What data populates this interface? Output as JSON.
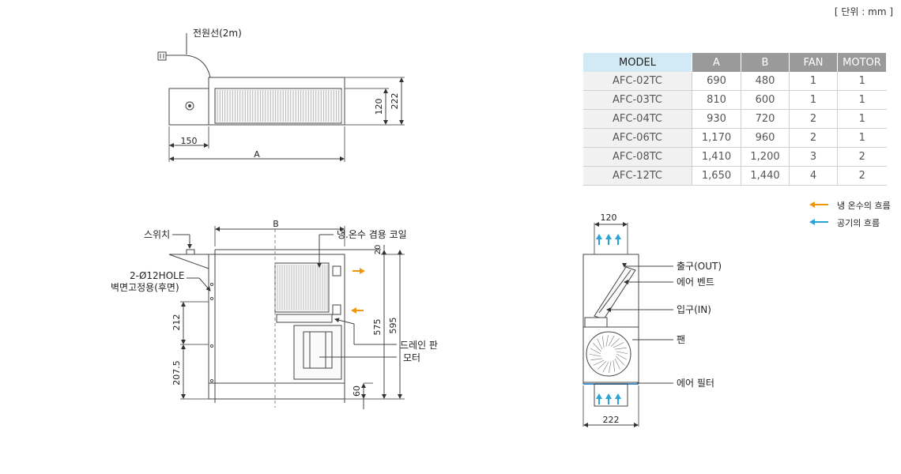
{
  "unit_label": "[ 단위 : mm ]",
  "top_view": {
    "power_cable": "전원선(2m)",
    "dim_width_left": "150",
    "dim_total": "A",
    "dim_h1": "120",
    "dim_h2": "222"
  },
  "front_view": {
    "switch": "스위치",
    "hole_line1": "2-Ø12HOLE",
    "hole_line2": "벽면고정용(후면)",
    "coil": "냉.온수 겸용 코일",
    "drain_pan": "드레인 판",
    "motor": "모터",
    "dim_b": "B",
    "dim_212": "212",
    "dim_2075": "207.5",
    "dim_20": "20",
    "dim_575": "575",
    "dim_595": "595",
    "dim_60": "60"
  },
  "side_view": {
    "dim_top": "120",
    "dim_bottom": "222",
    "outlet": "출구(OUT)",
    "air_vent": "에어 벤트",
    "inlet": "입구(IN)",
    "fan": "팬",
    "air_filter": "에어 필터"
  },
  "legend": {
    "water_flow": "냉 온수의 흐름",
    "air_flow": "공기의 흐름",
    "water_color": "#f0960a",
    "air_color": "#29a3d6"
  },
  "table": {
    "headers": [
      "MODEL",
      "A",
      "B",
      "FAN",
      "MOTOR"
    ],
    "rows": [
      [
        "AFC-02TC",
        "690",
        "480",
        "1",
        "1"
      ],
      [
        "AFC-03TC",
        "810",
        "600",
        "1",
        "1"
      ],
      [
        "AFC-04TC",
        "930",
        "720",
        "2",
        "1"
      ],
      [
        "AFC-06TC",
        "1,170",
        "960",
        "2",
        "1"
      ],
      [
        "AFC-08TC",
        "1,410",
        "1,200",
        "3",
        "2"
      ],
      [
        "AFC-12TC",
        "1,650",
        "1,440",
        "4",
        "2"
      ]
    ]
  }
}
